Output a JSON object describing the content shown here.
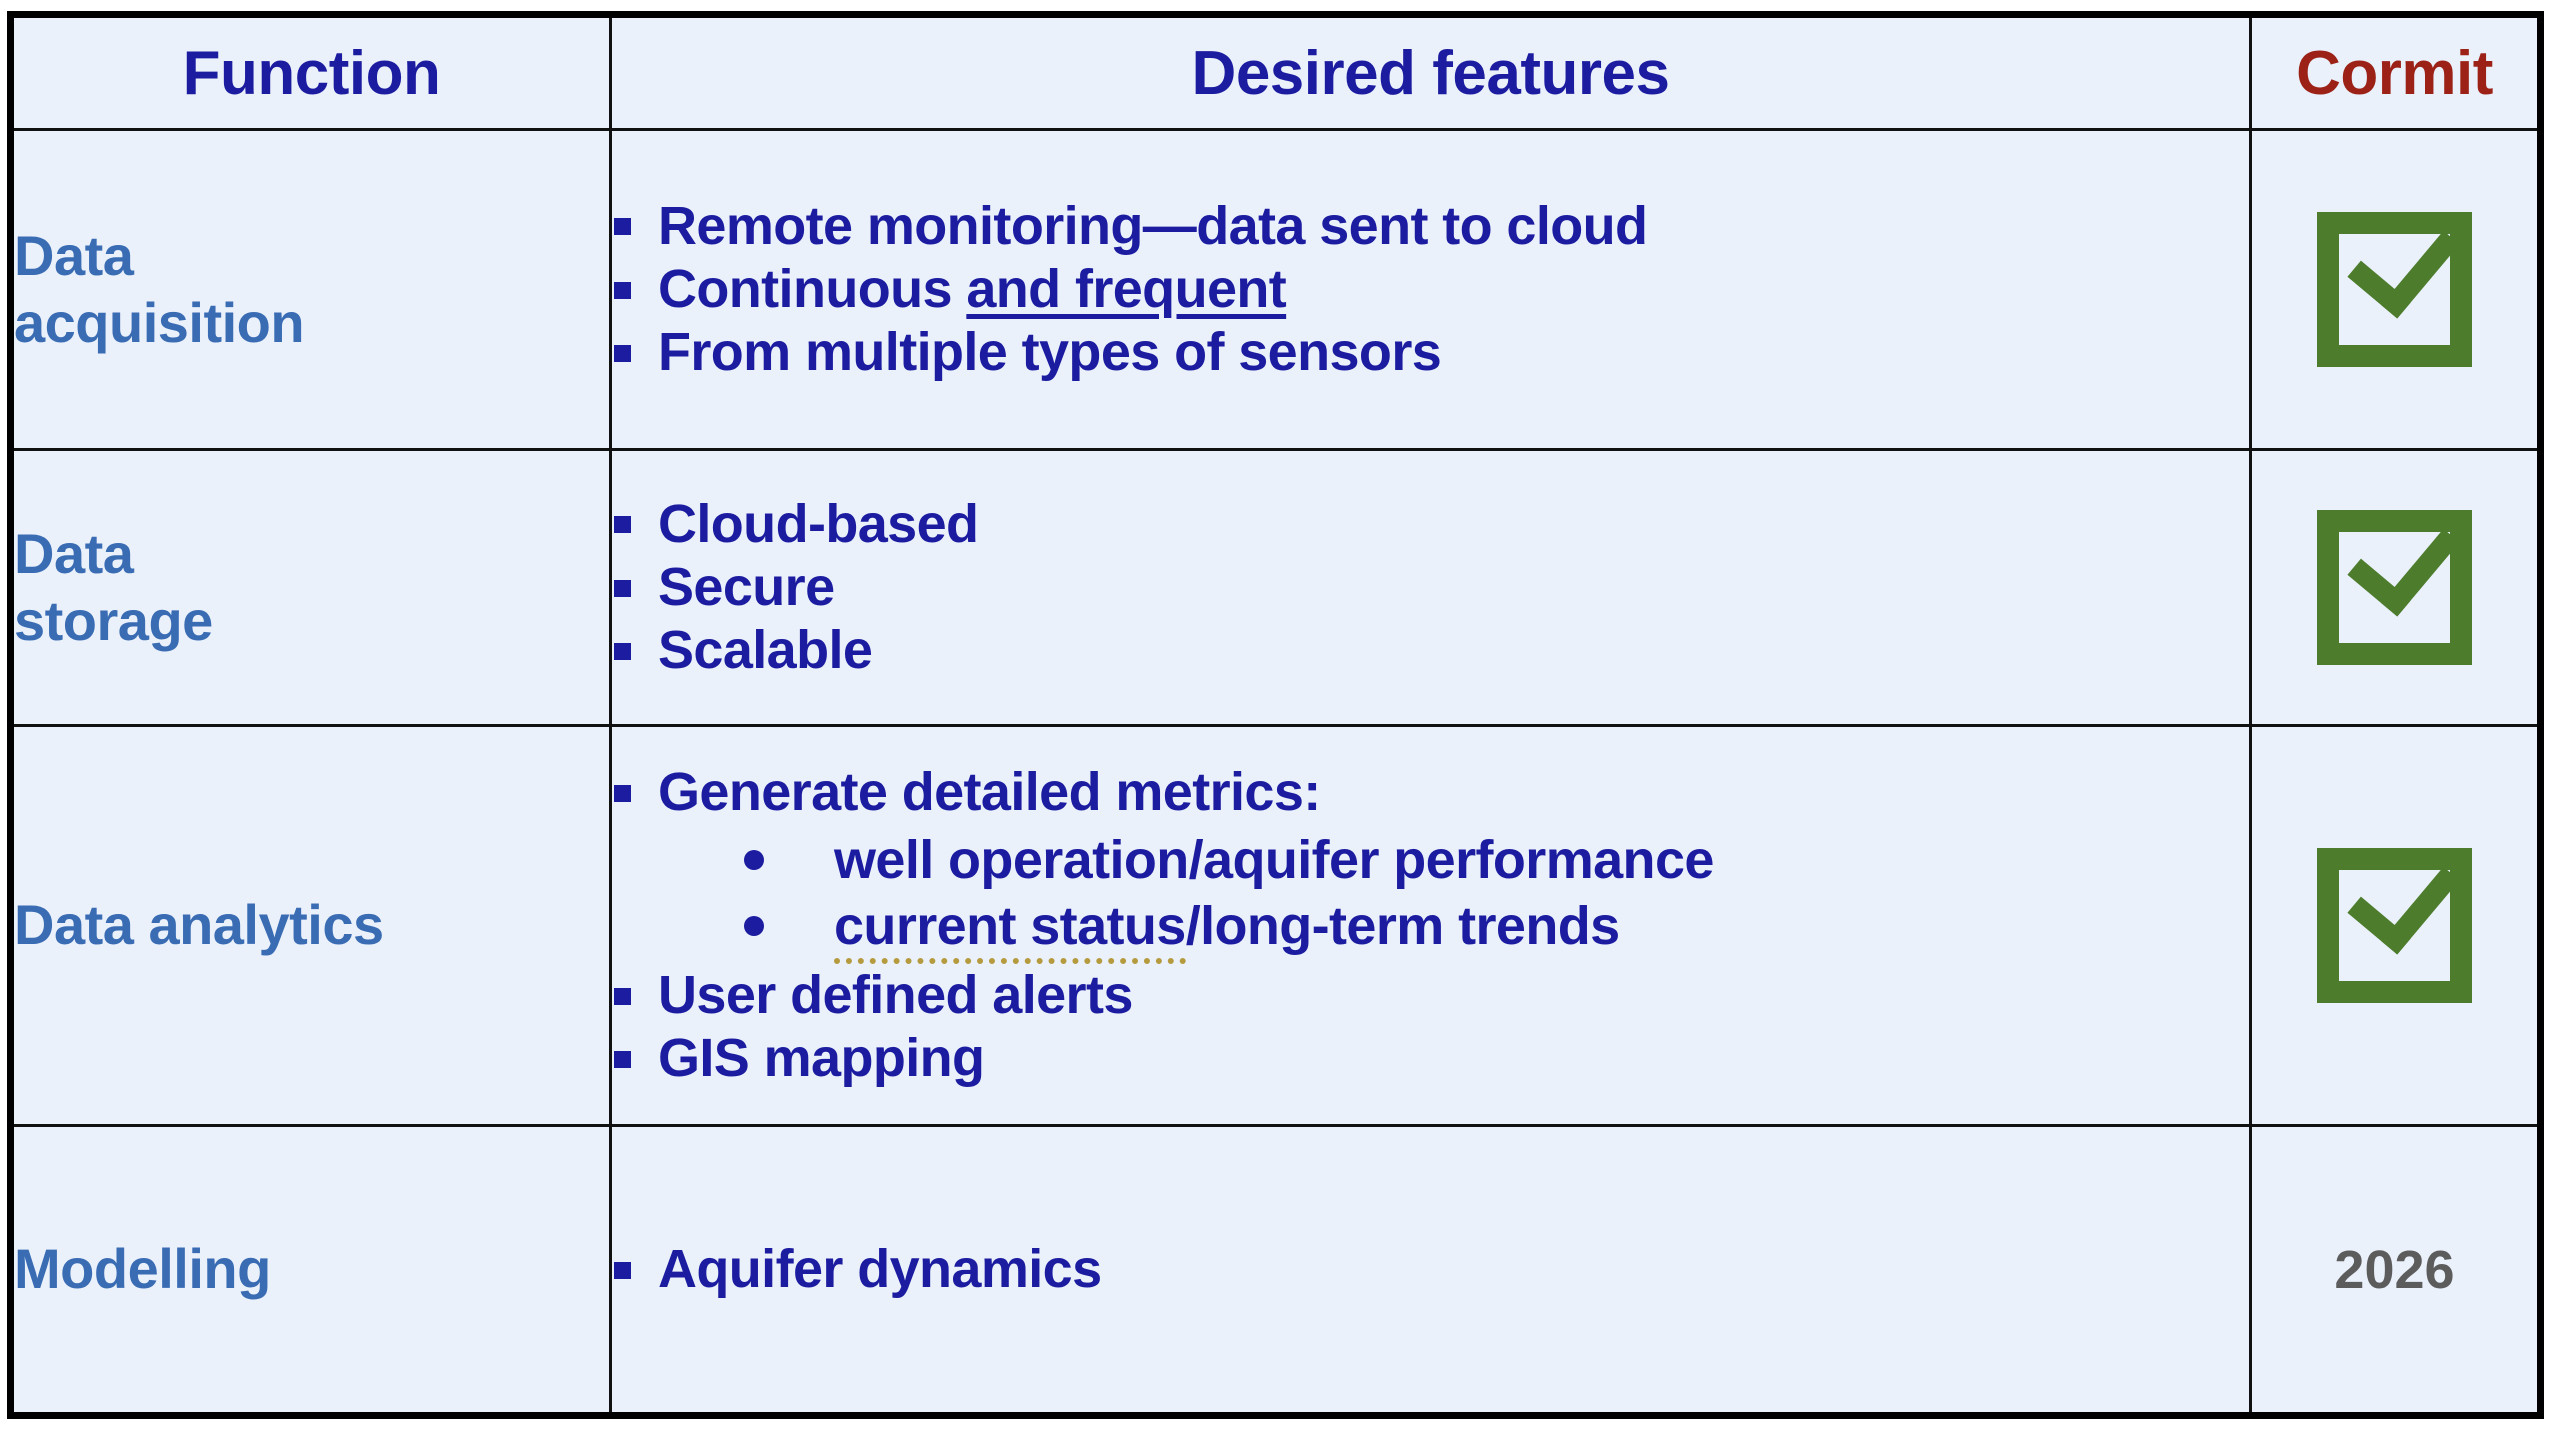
{
  "table": {
    "header": {
      "function": "Function",
      "features": "Desired features",
      "status": "Cormit"
    },
    "rows": [
      {
        "function_lines": [
          "Data",
          "acquisition"
        ],
        "features": [
          {
            "text_before": "Remote monitoring—data sent to cloud",
            "underline_solid": "",
            "text_after": ""
          },
          {
            "text_before": "Continuous ",
            "underline_solid": "and frequent",
            "text_after": ""
          },
          {
            "text_before": "From multiple types of sensors",
            "underline_solid": "",
            "text_after": ""
          }
        ],
        "sub_items": [],
        "status_type": "check",
        "status_text": ""
      },
      {
        "function_lines": [
          "Data",
          "storage"
        ],
        "features": [
          {
            "text_before": "Cloud-based",
            "underline_solid": "",
            "text_after": ""
          },
          {
            "text_before": "Secure",
            "underline_solid": "",
            "text_after": ""
          },
          {
            "text_before": "Scalable",
            "underline_solid": "",
            "text_after": ""
          }
        ],
        "sub_items": [],
        "status_type": "check",
        "status_text": ""
      },
      {
        "function_lines": [
          "Data analytics"
        ],
        "features": [
          {
            "text_before": "Generate detailed metrics:",
            "underline_solid": "",
            "text_after": ""
          },
          {
            "text_before": "User defined alerts",
            "underline_solid": "",
            "text_after": ""
          },
          {
            "text_before": "GIS mapping",
            "underline_solid": "",
            "text_after": ""
          }
        ],
        "sub_items": [
          {
            "dotted": "",
            "plain": "well operation/aquifer performance"
          },
          {
            "dotted": "current status",
            "plain": "/long-term trends"
          }
        ],
        "status_type": "check",
        "status_text": ""
      },
      {
        "function_lines": [
          "Modelling"
        ],
        "features": [
          {
            "text_before": "Aquifer dynamics",
            "underline_solid": "",
            "text_after": ""
          }
        ],
        "sub_items": [],
        "status_type": "year",
        "status_text": "2026"
      }
    ]
  },
  "colors": {
    "header_background": "#d1d1d1",
    "body_background": "#eaf1fb",
    "function_text": "#3a6cb4",
    "feature_text": "#1c1ca0",
    "status_header_text": "#9c2218",
    "check_green": "#4c7c2c",
    "year_text": "#5c5c5c",
    "dotted_underline": "#b59a3e",
    "border": "#111111"
  },
  "icons": {
    "check": "check-square-icon",
    "bullet_square": "square-bullet-icon",
    "bullet_dot": "dot-bullet-icon"
  }
}
